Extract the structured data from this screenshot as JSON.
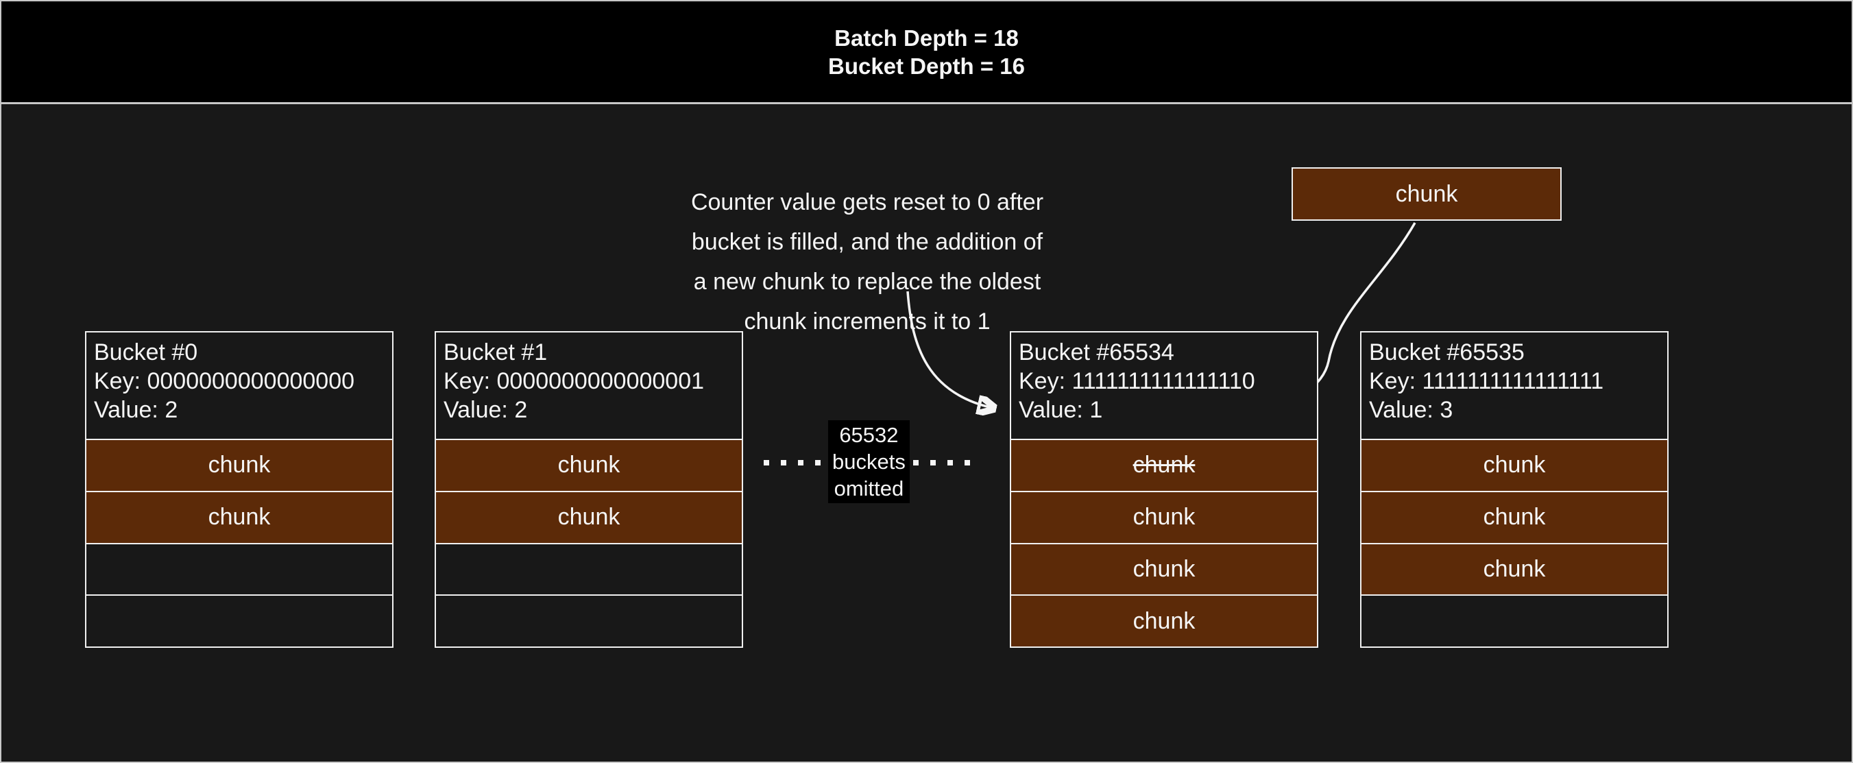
{
  "header": {
    "line1": "Batch Depth = 18",
    "line2": "Bucket Depth = 16"
  },
  "annotation": {
    "lines": [
      "Counter value gets reset to 0 after",
      "bucket is filled, and the addition of",
      "a new chunk to replace the oldest",
      "chunk increments it to 1"
    ]
  },
  "floating_chunk": {
    "label": "chunk"
  },
  "omitted": {
    "lines": [
      "65532",
      "buckets",
      "omitted"
    ]
  },
  "buckets": [
    {
      "name": "Bucket #0",
      "key": "Key: 0000000000000000",
      "value": "Value: 2",
      "rows": [
        {
          "label": "chunk",
          "filled": true,
          "struck": false
        },
        {
          "label": "chunk",
          "filled": true,
          "struck": false
        },
        {
          "label": "",
          "filled": false,
          "struck": false
        },
        {
          "label": "",
          "filled": false,
          "struck": false
        }
      ]
    },
    {
      "name": "Bucket #1",
      "key": "Key: 0000000000000001",
      "value": "Value: 2",
      "rows": [
        {
          "label": "chunk",
          "filled": true,
          "struck": false
        },
        {
          "label": "chunk",
          "filled": true,
          "struck": false
        },
        {
          "label": "",
          "filled": false,
          "struck": false
        },
        {
          "label": "",
          "filled": false,
          "struck": false
        }
      ]
    },
    {
      "name": "Bucket #65534",
      "key": "Key: 1111111111111110",
      "value": "Value: 1",
      "rows": [
        {
          "label": "chunk",
          "filled": true,
          "struck": true
        },
        {
          "label": "chunk",
          "filled": true,
          "struck": false
        },
        {
          "label": "chunk",
          "filled": true,
          "struck": false
        },
        {
          "label": "chunk",
          "filled": true,
          "struck": false
        }
      ]
    },
    {
      "name": "Bucket #65535",
      "key": "Key: 1111111111111111",
      "value": "Value: 3",
      "rows": [
        {
          "label": "chunk",
          "filled": true,
          "struck": false
        },
        {
          "label": "chunk",
          "filled": true,
          "struck": false
        },
        {
          "label": "chunk",
          "filled": true,
          "struck": false
        },
        {
          "label": "",
          "filled": false,
          "struck": false
        }
      ]
    }
  ],
  "colors": {
    "background": "#181818",
    "header_bg": "#000000",
    "chunk_fill": "#5c2a08",
    "box_border": "#f0f0f0",
    "frame_border": "#c8c8c8",
    "text": "#f5f5f5"
  }
}
